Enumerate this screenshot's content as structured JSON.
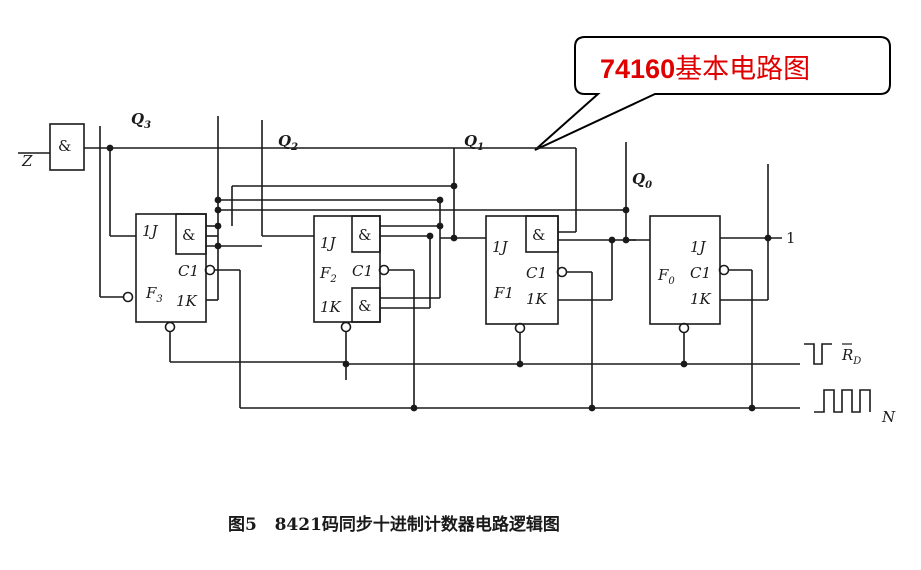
{
  "callout": {
    "text_prefix": "74160",
    "text_suffix": "基本电路图",
    "prefix_color": "#e00000",
    "suffix_color": "#e00000",
    "fill": "#ffffff",
    "stroke": "#000000"
  },
  "diagram": {
    "and_symbol": "&",
    "input_z": "Z",
    "outputs": {
      "q3": "Q",
      "q2": "Q",
      "q1": "Q",
      "q0": "Q",
      "s3": "3",
      "s2": "2",
      "s1": "1",
      "s0": "0"
    },
    "flipflops": {
      "f3": {
        "name": "F",
        "sub": "3",
        "j": "1J",
        "c": "C1",
        "k": "1K"
      },
      "f2": {
        "name": "F",
        "sub": "2",
        "j": "1J",
        "c": "C1",
        "k": "1K"
      },
      "f1": {
        "name": "F1",
        "j": "1J",
        "c": "C1",
        "k": "1K"
      },
      "f0": {
        "name": "F",
        "sub": "0",
        "j": "1J",
        "c": "C1",
        "k": "1K"
      }
    },
    "const_one": "1",
    "reset_label": "R",
    "reset_sub": "D",
    "clock_label": "N"
  },
  "caption": "图5   8421码同步十进制计数器电路逻辑图"
}
